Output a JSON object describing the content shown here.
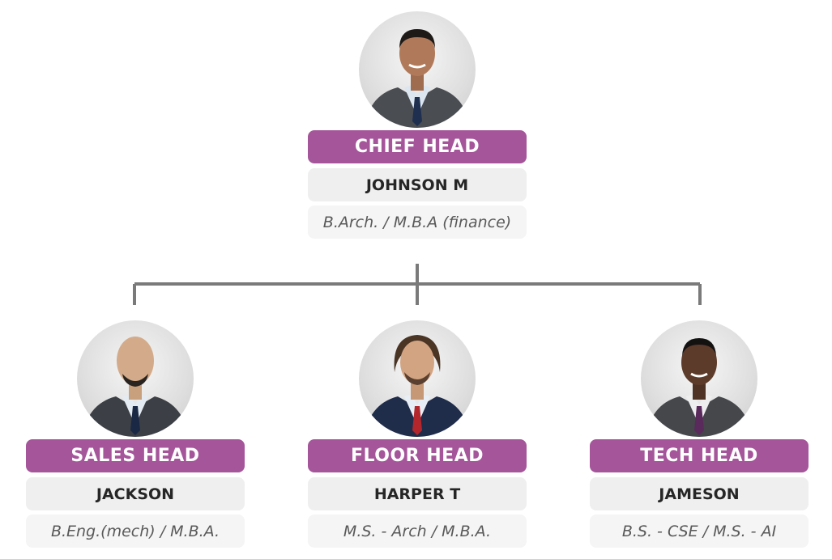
{
  "colors": {
    "role_bg": "#a5559a",
    "name_bg": "#efefef",
    "qual_bg": "#f5f5f5",
    "connector": "#7a7a7a"
  },
  "chief": {
    "role": "CHIEF HEAD",
    "name": "JOHNSON M",
    "qualification": "B.Arch. / M.B.A (finance)",
    "icon": "person-photo-icon"
  },
  "reports": [
    {
      "role": "SALES HEAD",
      "name": "JACKSON",
      "qualification": "B.Eng.(mech) / M.B.A.",
      "icon": "person-photo-icon"
    },
    {
      "role": "FLOOR HEAD",
      "name": "HARPER T",
      "qualification": "M.S. - Arch / M.B.A.",
      "icon": "person-photo-icon"
    },
    {
      "role": "TECH HEAD",
      "name": "JAMESON",
      "qualification": "B.S. - CSE / M.S. - AI",
      "icon": "person-photo-icon"
    }
  ]
}
